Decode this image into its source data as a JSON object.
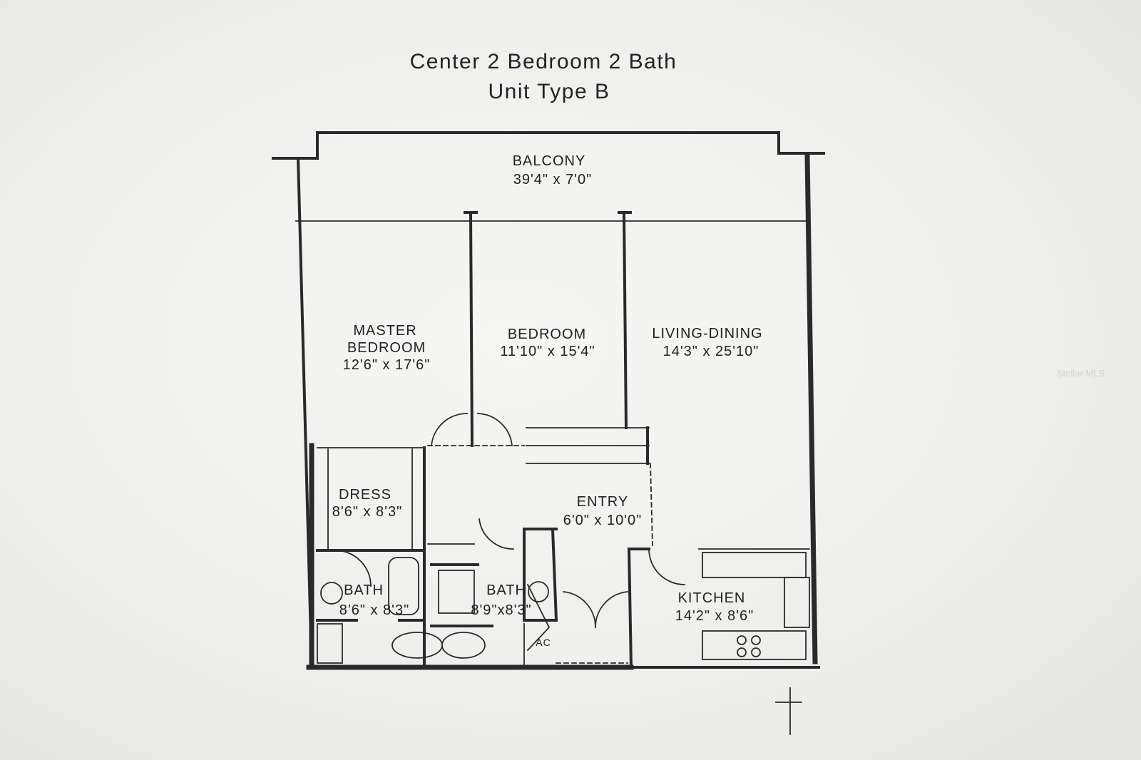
{
  "title": {
    "line1": "Center 2 Bedroom 2 Bath",
    "line2": "Unit Type B"
  },
  "rooms": {
    "balcony": {
      "name": "BALCONY",
      "size": "39'4\" x 7'0\""
    },
    "master_bedroom": {
      "name_line1": "MASTER",
      "name_line2": "BEDROOM",
      "size": "12'6\" x 17'6\""
    },
    "bedroom": {
      "name": "BEDROOM",
      "size": "11'10\" x 15'4\""
    },
    "living_dining": {
      "name": "LIVING-DINING",
      "size": "14'3\" x 25'10\""
    },
    "dress": {
      "name": "DRESS",
      "size": "8'6\" x 8'3\""
    },
    "entry": {
      "name": "ENTRY",
      "size": "6'0\" x 10'0\""
    },
    "bath1": {
      "name": "BATH",
      "size": "8'6\" x 8'3\""
    },
    "bath2": {
      "name": "BATH",
      "size": "8'9\"x8'3\""
    },
    "kitchen": {
      "name": "KITCHEN",
      "size": "14'2\" x 8'6\""
    },
    "ac": {
      "name": "AC"
    }
  },
  "watermark": "Stellar MLS"
}
